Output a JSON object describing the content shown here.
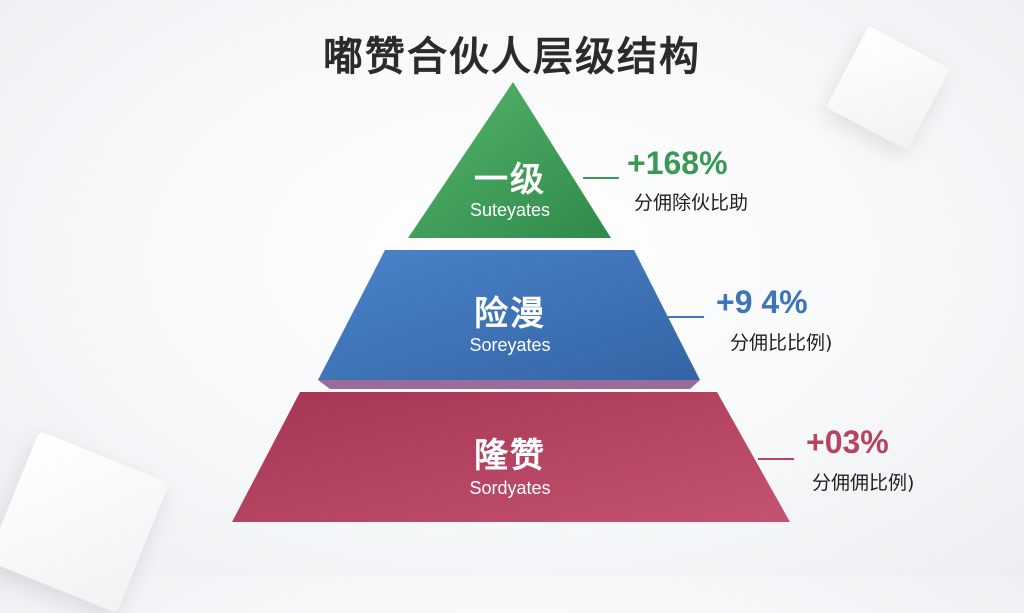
{
  "title": "嘟赞合伙人层级结构",
  "tiers": [
    {
      "name": "一级",
      "sub": "Suteyates",
      "percent": "+168%",
      "label": "分佣除伙比助",
      "color": "#3a9a55"
    },
    {
      "name": "险漫",
      "sub": "Soreyates",
      "percent": "+9 4%",
      "label": "分佣比比例)",
      "color": "#3e74b8"
    },
    {
      "name": "隆赞",
      "sub": "Sordyates",
      "percent": "+03%",
      "label": "分佣佣比例)",
      "color": "#b8435f"
    }
  ]
}
